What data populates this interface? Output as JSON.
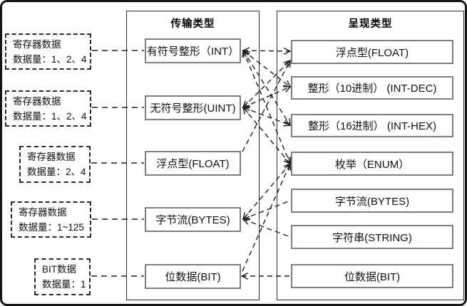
{
  "colors": {
    "background": "#ffffff",
    "line": "#1f1f1f",
    "box_border": "#808080",
    "container_border": "#2b2b2b",
    "text": "#111111"
  },
  "annotations": [
    {
      "id": "ann0",
      "line1": "寄存器数据",
      "line2": "数据量：1、2、4"
    },
    {
      "id": "ann1",
      "line1": "寄存器数据",
      "line2": "数据量：1、2、4"
    },
    {
      "id": "ann2",
      "line1": "寄存器数据",
      "line2": "数据量：2、4"
    },
    {
      "id": "ann3",
      "line1": "寄存器数据",
      "line2": "数据量：1~125"
    },
    {
      "id": "ann4",
      "line1": "BIT数据",
      "line2": "数据量：1"
    }
  ],
  "transmission": {
    "title": "传输类型",
    "boxes": [
      {
        "id": "int",
        "label": "有符号整形（INT）"
      },
      {
        "id": "uint",
        "label": "无符号整形(UINT)"
      },
      {
        "id": "float_t",
        "label": "浮点型(FLOAT)"
      },
      {
        "id": "bytes_t",
        "label": "字节流(BYTES)"
      },
      {
        "id": "bit_t",
        "label": "位数据(BIT)"
      }
    ]
  },
  "presentation": {
    "title": "呈现类型",
    "boxes": [
      {
        "id": "float_p",
        "label": "浮点型(FLOAT)"
      },
      {
        "id": "intdec",
        "label": "整形（10进制） (INT-DEC)"
      },
      {
        "id": "inthex",
        "label": "整形（16进制） (INT-HEX)"
      },
      {
        "id": "enum",
        "label": "枚举（ENUM）"
      },
      {
        "id": "bytes_p",
        "label": "字节流(BYTES)"
      },
      {
        "id": "string_p",
        "label": "字符串(STRING)"
      },
      {
        "id": "bit_p",
        "label": "位数据(BIT)"
      }
    ]
  },
  "connections": [
    {
      "from": "int",
      "to": "float_p",
      "arrows": "both"
    },
    {
      "from": "int",
      "to": "intdec",
      "arrows": "both"
    },
    {
      "from": "int",
      "to": "inthex",
      "arrows": "both"
    },
    {
      "from": "int",
      "to": "enum",
      "arrows": "both"
    },
    {
      "from": "uint",
      "to": "float_p2",
      "arrows": "both"
    },
    {
      "from": "uint",
      "to": "intdec",
      "arrows": "both"
    },
    {
      "from": "uint",
      "to": "inthex",
      "arrows": "both"
    },
    {
      "from": "uint",
      "to": "enum",
      "arrows": "both"
    },
    {
      "from": "float_tc",
      "to": "float_p2",
      "arrows": "end"
    },
    {
      "from": "bytes_t",
      "to": "bytes_p",
      "arrows": "start"
    },
    {
      "from": "bytes_t",
      "to": "string_p",
      "arrows": "start"
    },
    {
      "from": "bytes_t",
      "to": "enum",
      "arrows": "both"
    },
    {
      "from": "bit_tc",
      "to": "enum",
      "arrows": "end"
    },
    {
      "from": "bit_t",
      "to": "bit_p",
      "arrows": "start"
    }
  ],
  "annotation_links": [
    {
      "from": "ann0",
      "to": "int_l"
    },
    {
      "from": "ann1",
      "to": "uint_l"
    },
    {
      "from": "ann2",
      "to": "float_l"
    },
    {
      "from": "ann3",
      "to": "bytes_l"
    },
    {
      "from": "ann4",
      "to": "bit_l"
    }
  ]
}
